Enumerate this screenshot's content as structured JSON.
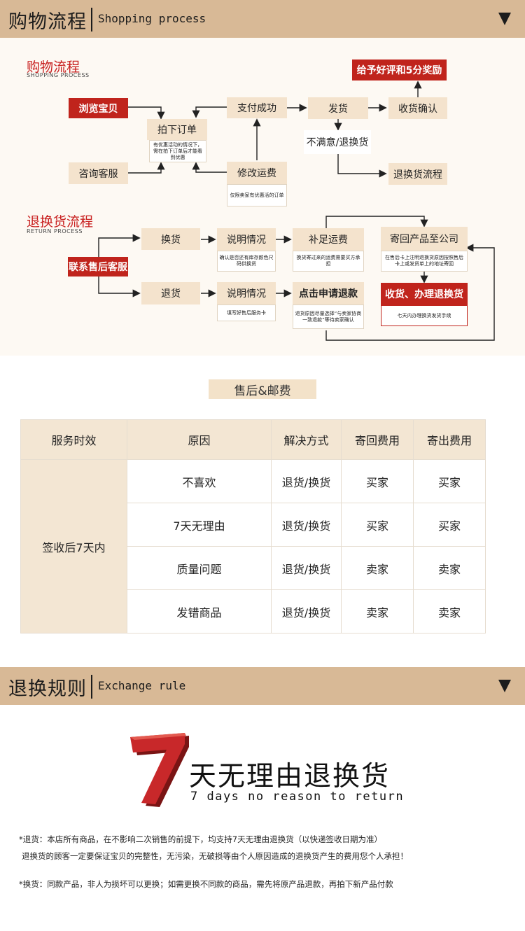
{
  "header1": {
    "cn": "购物流程",
    "en": "Shopping process"
  },
  "shopping": {
    "title": "购物流程",
    "subtitle": "SHOPPING PROCESS",
    "browse": "浏览宝贝",
    "consult": "咨询客服",
    "order": "拍下订单",
    "order_note": "有优惠活动的情况下，需在拍下订单后才能看到优惠",
    "pay": "支付成功",
    "modify": "修改运费",
    "modify_note": "仅限卖家有优惠活的订单",
    "ship": "发货",
    "receive": "收货确认",
    "reward": "给予好评和5分奖励",
    "unsatisfied": "不满意/退换货",
    "return_flow": "退换货流程"
  },
  "returns": {
    "title": "退换货流程",
    "subtitle": "RETURN PROCESS",
    "contact": "联系售后客服",
    "exchange": "换货",
    "refund": "退货",
    "explain1": "说明情况",
    "explain1_note": "确认是否还有库存颜色尺码供换货",
    "explain2": "说明情况",
    "explain2_note": "填写好售后服务卡",
    "freight": "补足运费",
    "freight_note": "换货寄过来的运费需要买方承担",
    "apply": "点击申请退款",
    "apply_note": "退货原因尽量选择“与卖家协商一致退款”等待卖家确认",
    "send_back": "寄回产品至公司",
    "send_back_note": "在售后卡上注明退换货原因按照售后卡上或发货单上的地址寄回",
    "handle": "收货、办理退换货",
    "handle_note": "七天内办理换货发货手续"
  },
  "after_sales": {
    "label": "售后&邮费"
  },
  "table": {
    "headers": [
      "服务时效",
      "原因",
      "解决方式",
      "寄回费用",
      "寄出费用"
    ],
    "period": "签收后7天内",
    "rows": [
      {
        "reason": "不喜欢",
        "solution": "退货/换货",
        "return_fee": "买家",
        "send_fee": "买家"
      },
      {
        "reason": "7天无理由",
        "solution": "退货/换货",
        "return_fee": "买家",
        "send_fee": "买家"
      },
      {
        "reason": "质量问题",
        "solution": "退货/换货",
        "return_fee": "卖家",
        "send_fee": "卖家"
      },
      {
        "reason": "发错商品",
        "solution": "退货/换货",
        "return_fee": "卖家",
        "send_fee": "卖家"
      }
    ]
  },
  "header2": {
    "cn": "退换规则",
    "en": "Exchange rule"
  },
  "seven": {
    "digit": "7",
    "slogan": "天无理由退换货",
    "slogan_en": "7 days no reason to return"
  },
  "rules": {
    "line1": "*退货：本店所有商品，在不影响二次销售的前提下，均支持7天无理由退换货（以快递签收日期为准）",
    "line2": "退换货的顾客一定要保证宝贝的完整性，无污染，无破损等由个人原因造成的退换货产生的费用您个人承担！",
    "line3": "*换货：同款产品，非人为损坏可以更换；如需更换不同款的商品，需先将原产品退款，再拍下新产品付款"
  },
  "colors": {
    "header_bg": "#d8b996",
    "box_bg": "#f4e3cd",
    "accent_red": "#c0241c"
  }
}
